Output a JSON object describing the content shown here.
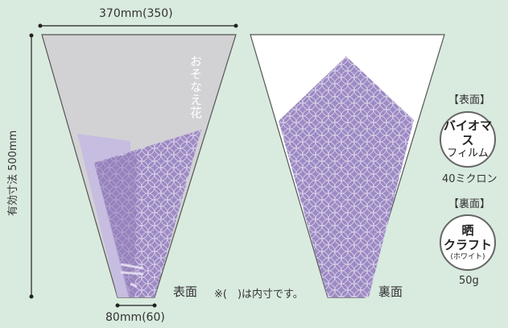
{
  "dims": {
    "top_width": "370mm(350)",
    "bottom_width": "80mm(60)",
    "height": "有効寸法 500mm"
  },
  "front": {
    "vertical_text": "おそなえ花",
    "label": "表面",
    "note": "※(　)は内寸です。"
  },
  "back": {
    "label": "裏面"
  },
  "spec_front": {
    "heading": "【表面】",
    "badge_line1": "バイオマス",
    "badge_line2": "フィルム",
    "caption": "40ミクロン"
  },
  "spec_back": {
    "heading": "【裏面】",
    "badge_line1": "晒",
    "badge_line2": "クラフト",
    "badge_line3": "(ホワイト)",
    "caption": "50g"
  },
  "colors": {
    "background": "#d9eadf",
    "film": "#d2d2d4",
    "pattern_purple": "#9d8ac4",
    "light_purple": "#c6bde0"
  }
}
